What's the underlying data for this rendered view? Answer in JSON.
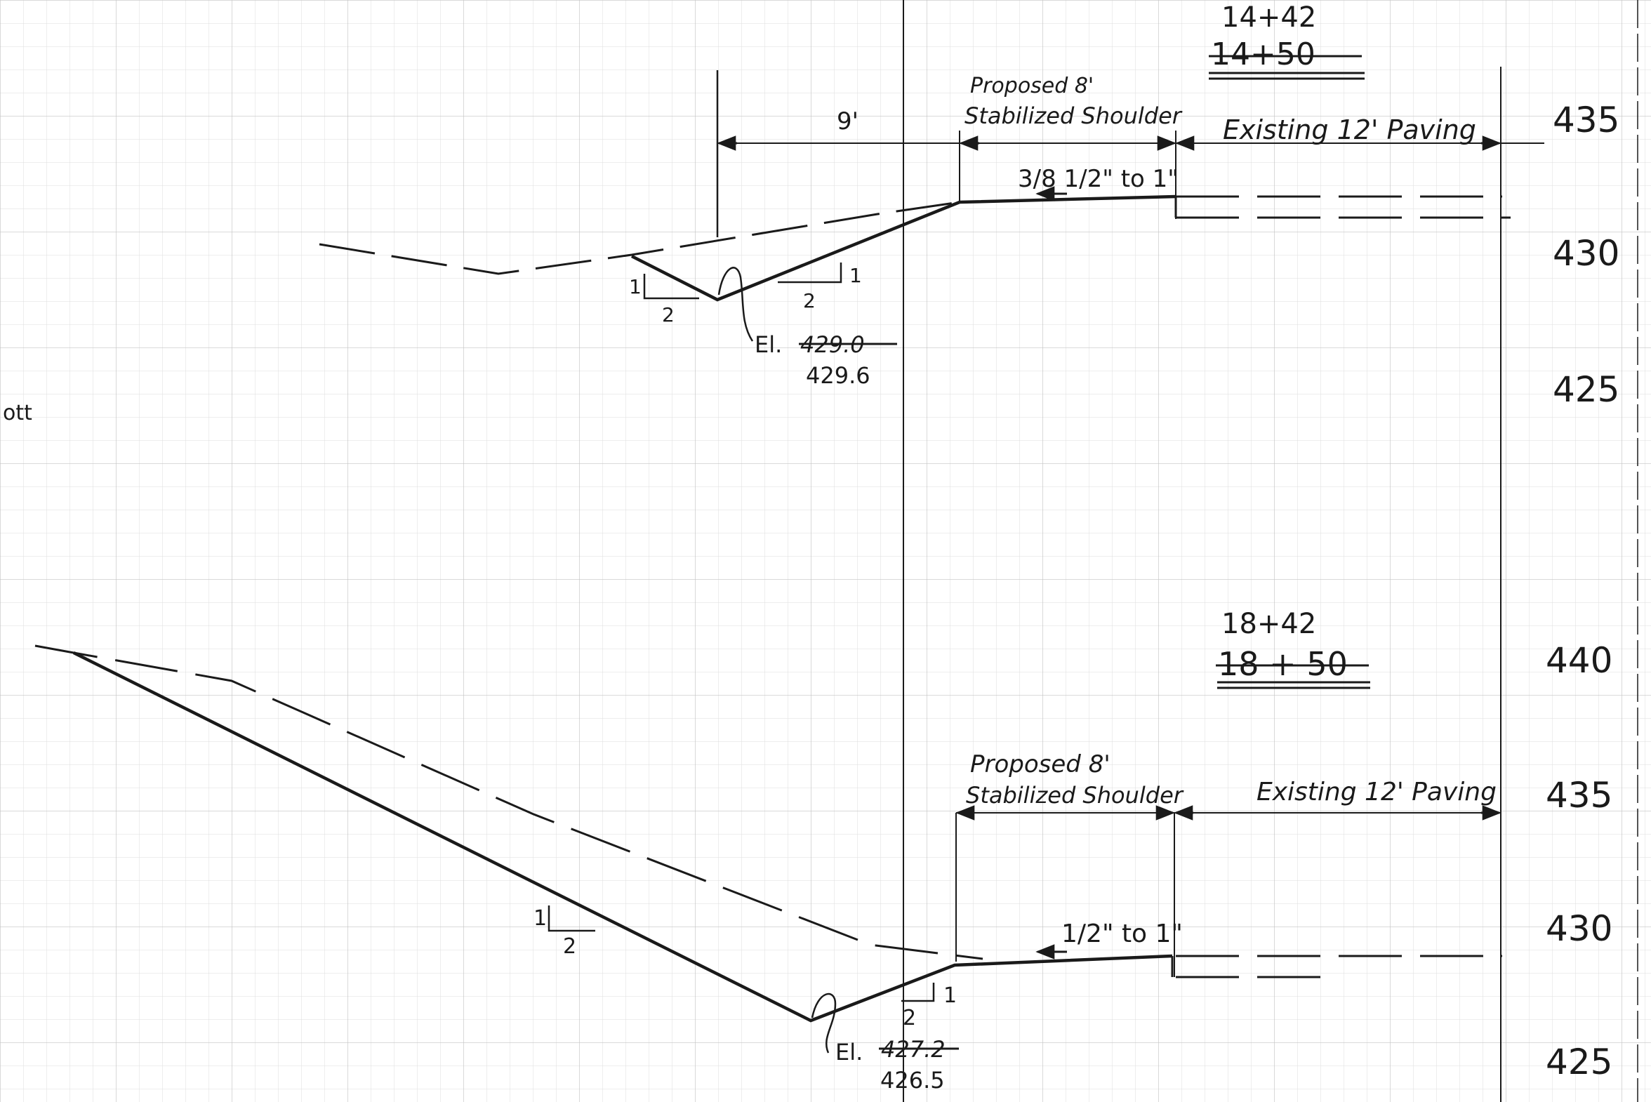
{
  "edge_text": "ott",
  "section_top": {
    "station": "14+42",
    "station_struck": "14+50",
    "dim_width": "9'",
    "shoulder_label_1": "Proposed 8'",
    "shoulder_label_2": "Stabilized Shoulder",
    "paving_label": "Existing 12' Paving",
    "slope_note": "3/8 1/2\" to 1\"",
    "slope_left_rise": "1",
    "slope_left_run": "2",
    "slope_right_rise": "1",
    "slope_right_run": "2",
    "elev_prefix": "El.",
    "elev_struck": "429.0",
    "elev_value": "429.6",
    "scale_ticks": [
      "435",
      "430",
      "425"
    ]
  },
  "section_bottom": {
    "station": "18+42",
    "station_struck": "18 + 50",
    "shoulder_label_1": "Proposed 8'",
    "shoulder_label_2": "Stabilized Shoulder",
    "paving_label": "Existing 12' Paving",
    "slope_note": "1/2\" to 1\"",
    "slope_left_rise": "1",
    "slope_left_run": "2",
    "slope_right_rise": "1",
    "slope_right_run": "2",
    "elev_prefix": "El.",
    "elev_struck": "427.2",
    "elev_value": "426.5",
    "scale_ticks": [
      "440",
      "435",
      "430",
      "425"
    ]
  },
  "colors": {
    "ink": "#1a1a1a",
    "grid": "#d7d7d7",
    "grid_major": "#bdbdbd",
    "paper": "#ffffff"
  }
}
